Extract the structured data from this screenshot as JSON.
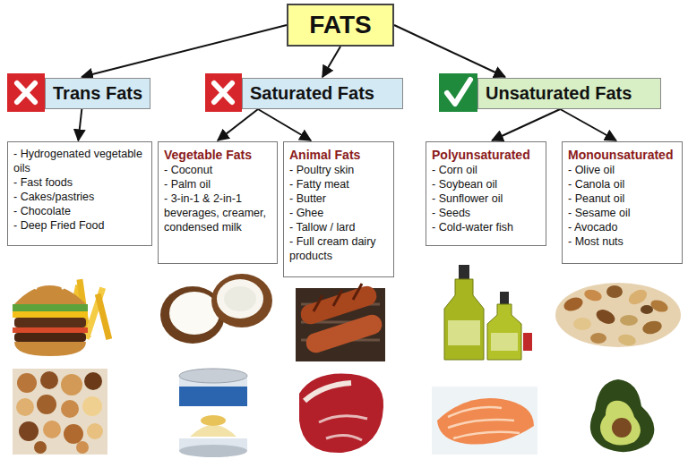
{
  "diagram": {
    "nodes": [
      {
        "text": [
          "FATS"
        ]
      },
      {
        "text": [
          "Trans Fats"
        ]
      },
      {
        "text": [
          "Saturated Fats"
        ]
      },
      {
        "text": [
          "Unsaturated Fats"
        ]
      },
      {
        "text": [
          "- Hydrogenated vegetable oils",
          "- Fast foods",
          "- Cakes/pastries",
          "- Chocolate",
          "- Deep Fried Food"
        ]
      },
      {
        "text": [
          "Vegetable Fats",
          "- Coconut",
          "- Palm oil",
          "- 3-in-1 & 2-in-1 beverages, creamer, condensed milk"
        ]
      },
      {
        "text": [
          "Animal Fats",
          "- Poultry skin",
          "- Fatty meat",
          "- Butter",
          "- Ghee",
          "- Tallow / lard",
          "- Full cream dairy products"
        ]
      },
      {
        "text": [
          "Polyunsaturated",
          "- Corn oil",
          "- Soybean oil",
          "- Sunflower oil",
          "- Seeds",
          "- Cold-water fish"
        ]
      },
      {
        "text": [
          "Monounsaturated",
          "- Olive oil",
          "- Canola oil",
          "- Peanut oil",
          "- Sesame oil",
          "- Avocado",
          "- Most nuts"
        ]
      }
    ],
    "edges": [
      {
        "from": 0,
        "to": 1,
        "arrow": "to"
      },
      {
        "from": 0,
        "to": 2,
        "arrow": "to"
      },
      {
        "from": 0,
        "to": 3,
        "arrow": "to"
      },
      {
        "from": 1,
        "to": 4,
        "arrow": "to"
      },
      {
        "from": 2,
        "to": 5,
        "arrow": "to"
      },
      {
        "from": 2,
        "to": 6,
        "arrow": "to"
      },
      {
        "from": 3,
        "to": 7,
        "arrow": "to"
      },
      {
        "from": 3,
        "to": 8,
        "arrow": "to"
      }
    ]
  }
}
